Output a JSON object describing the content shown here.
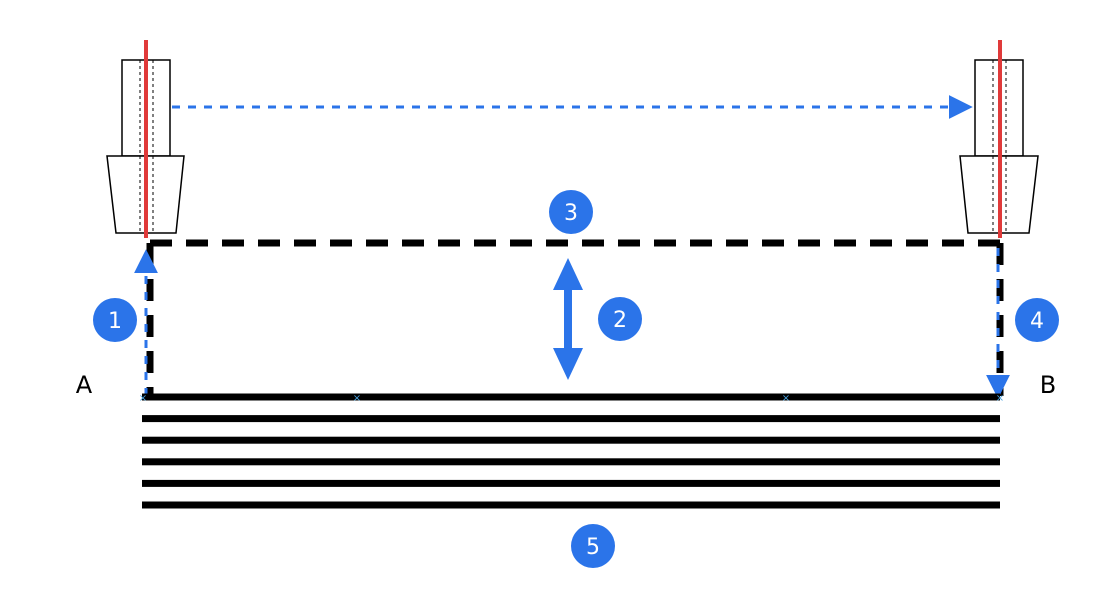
{
  "colors": {
    "badge_blue": "#2b74e9",
    "arrow_blue": "#2b74e9",
    "red_axis": "#e03a3a",
    "black": "#000000",
    "white": "#ffffff"
  },
  "labels": {
    "point_a": "A",
    "point_b": "B"
  },
  "steps": [
    {
      "number": "1"
    },
    {
      "number": "2"
    },
    {
      "number": "3"
    },
    {
      "number": "4"
    },
    {
      "number": "5"
    }
  ],
  "layers": {
    "count": 6
  }
}
